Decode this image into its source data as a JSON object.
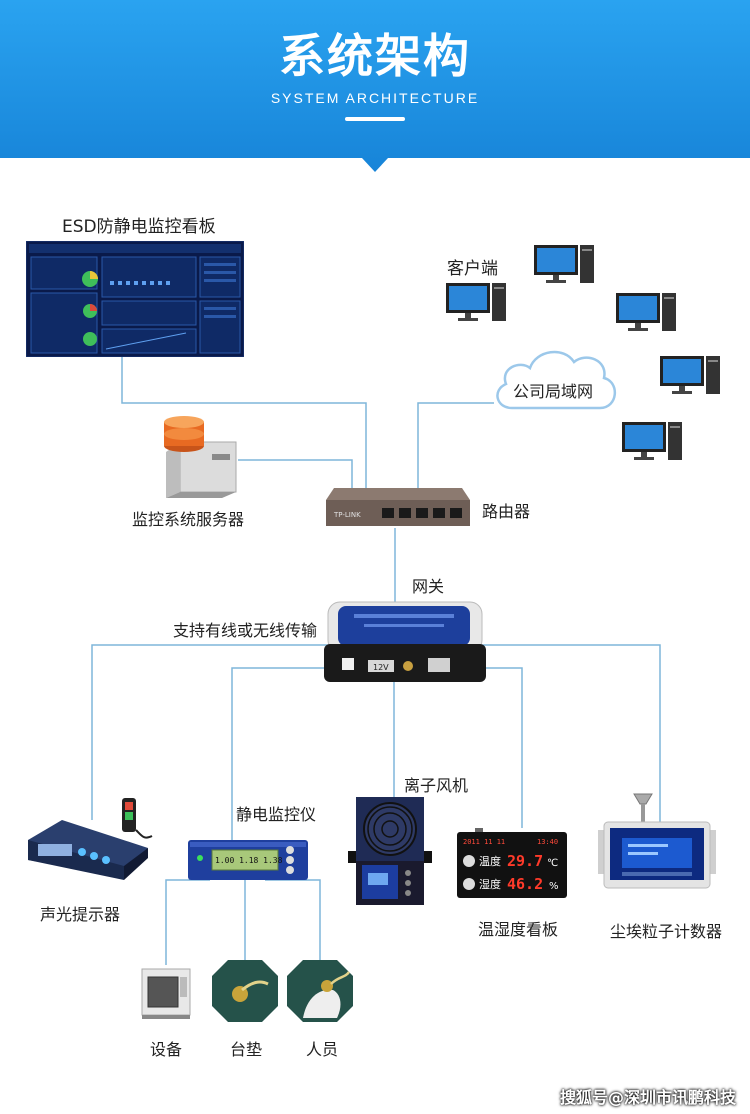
{
  "header": {
    "title": "系统架构",
    "subtitle": "SYSTEM ARCHITECTURE"
  },
  "colors": {
    "header_blue": "#1d8fe0",
    "line": "#7fb6da",
    "dark_panel": "#0a1a4a"
  },
  "labels": {
    "esd_board": "ESD防静电监控看板",
    "client": "客户端",
    "lan": "公司局域网",
    "server": "监控系统服务器",
    "router": "路由器",
    "gateway": "网关",
    "transmission": "支持有线或无线传输",
    "ion_fan": "离子风机",
    "static_monitor": "静电监控仪",
    "alarm": "声光提示器",
    "th_board": "温湿度看板",
    "dust_counter": "尘埃粒子计数器",
    "equipment": "设备",
    "mat": "台垫",
    "personnel": "人员"
  },
  "devices": {
    "router_brand": "TP-LINK",
    "gateway_port": "12V",
    "monitor_screen": "1.00 1.18 1.38",
    "th_temp": "29.7",
    "th_temp_unit": "℃",
    "th_temp_label": "温度",
    "th_hum": "46.2",
    "th_hum_unit": "%",
    "th_hum_label": "湿度",
    "th_date": "2011 11 11",
    "th_time": "13:40"
  },
  "watermark": "搜狐号@深圳市讯鹏科技"
}
